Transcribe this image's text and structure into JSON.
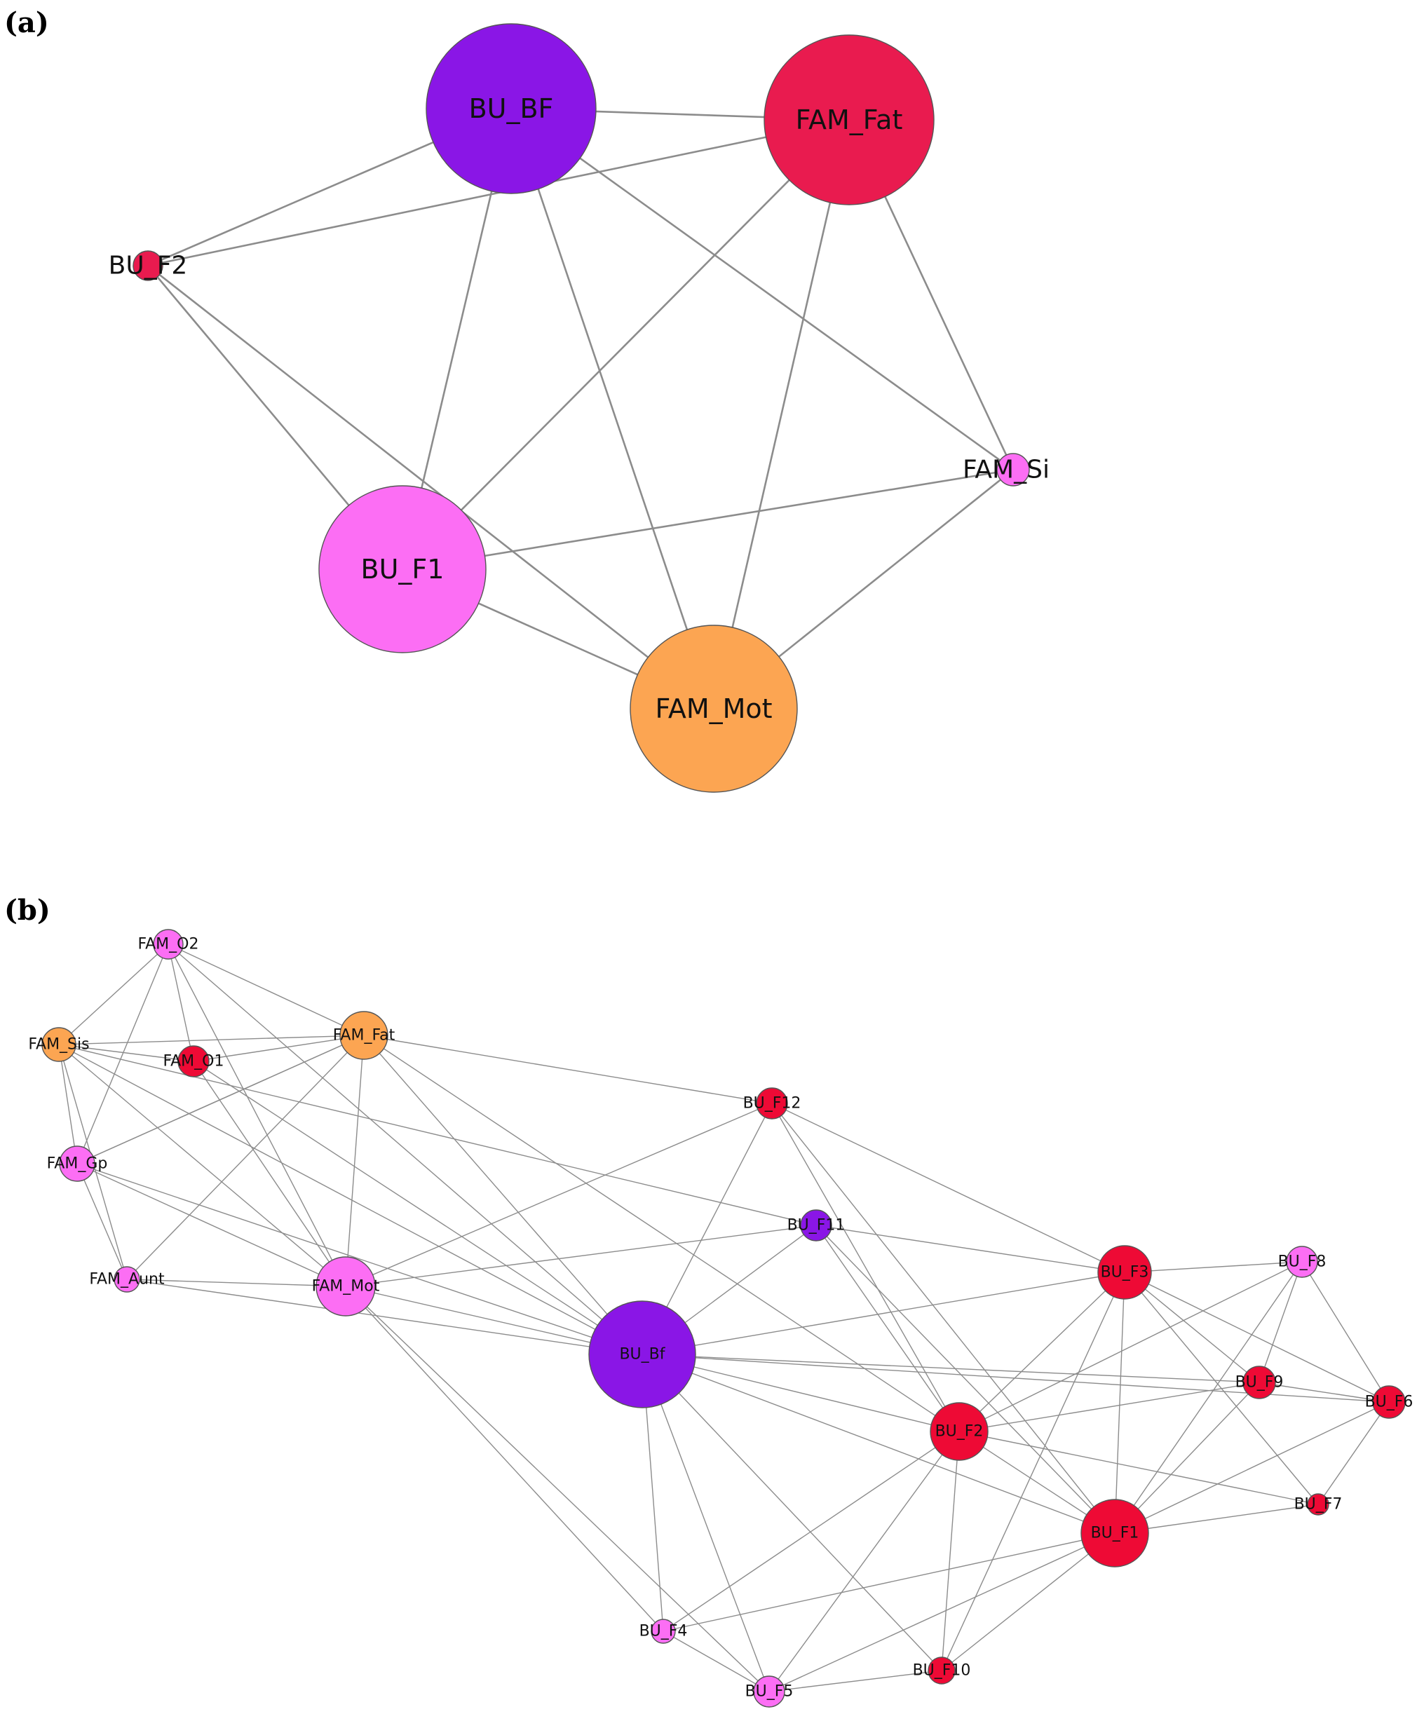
{
  "colors": {
    "purple": "#8a16e6",
    "crimson": "#e91b4f",
    "red": "#ee0a35",
    "pink": "#fc6ef4",
    "orange": "#fca552",
    "edge": "#8c8c8c"
  },
  "panel_a": {
    "label": "(a)",
    "nodes": [
      {
        "id": "BU_BF",
        "label": "BU_BF",
        "color": "purple",
        "size": 3
      },
      {
        "id": "FAM_Fat",
        "label": "FAM_Fat",
        "color": "crimson",
        "size": 3
      },
      {
        "id": "BU_F2",
        "label": "BU_F2",
        "color": "crimson",
        "size": 1
      },
      {
        "id": "FAM_Si",
        "label": "FAM_Si",
        "color": "pink",
        "size": 1
      },
      {
        "id": "BU_F1",
        "label": "BU_F1",
        "color": "pink",
        "size": 3
      },
      {
        "id": "FAM_Mot",
        "label": "FAM_Mot",
        "color": "orange",
        "size": 3
      }
    ],
    "edges": [
      [
        "BU_BF",
        "FAM_Fat"
      ],
      [
        "BU_BF",
        "BU_F2"
      ],
      [
        "BU_BF",
        "BU_F1"
      ],
      [
        "BU_BF",
        "FAM_Mot"
      ],
      [
        "BU_BF",
        "FAM_Si"
      ],
      [
        "FAM_Fat",
        "BU_F2"
      ],
      [
        "FAM_Fat",
        "BU_F1"
      ],
      [
        "FAM_Fat",
        "FAM_Mot"
      ],
      [
        "FAM_Fat",
        "FAM_Si"
      ],
      [
        "BU_F2",
        "BU_F1"
      ],
      [
        "BU_F2",
        "FAM_Mot"
      ],
      [
        "BU_F1",
        "FAM_Si"
      ],
      [
        "BU_F1",
        "FAM_Mot"
      ],
      [
        "FAM_Mot",
        "FAM_Si"
      ]
    ]
  },
  "panel_b": {
    "label": "(b)",
    "nodes": [
      {
        "id": "FAM_O2",
        "label": "FAM_O2",
        "color": "pink",
        "size": 1
      },
      {
        "id": "FAM_Sis",
        "label": "FAM_Sis",
        "color": "orange",
        "size": 1
      },
      {
        "id": "FAM_O1",
        "label": "FAM_O1",
        "color": "red",
        "size": 1
      },
      {
        "id": "FAM_Fat",
        "label": "FAM_Fat",
        "color": "orange",
        "size": 2
      },
      {
        "id": "FAM_Gp",
        "label": "FAM_Gp",
        "color": "pink",
        "size": 1
      },
      {
        "id": "FAM_Aunt",
        "label": "FAM_Aunt",
        "color": "pink",
        "size": 1
      },
      {
        "id": "FAM_Mot",
        "label": "FAM_Mot",
        "color": "pink",
        "size": 2
      },
      {
        "id": "BU_F12",
        "label": "BU_F12",
        "color": "red",
        "size": 1
      },
      {
        "id": "BU_F11",
        "label": "BU_F11",
        "color": "purple",
        "size": 1
      },
      {
        "id": "BU_Bf",
        "label": "BU_Bf",
        "color": "purple",
        "size": 4
      },
      {
        "id": "BU_F3",
        "label": "BU_F3",
        "color": "red",
        "size": 2
      },
      {
        "id": "BU_F8",
        "label": "BU_F8",
        "color": "pink",
        "size": 1
      },
      {
        "id": "BU_F9",
        "label": "BU_F9",
        "color": "red",
        "size": 1
      },
      {
        "id": "BU_F6",
        "label": "BU_F6",
        "color": "red",
        "size": 1
      },
      {
        "id": "BU_F2",
        "label": "BU_F2",
        "color": "red",
        "size": 2
      },
      {
        "id": "BU_F7",
        "label": "BU_F7",
        "color": "red",
        "size": 1
      },
      {
        "id": "BU_F1",
        "label": "BU_F1",
        "color": "red",
        "size": 3
      },
      {
        "id": "BU_F4",
        "label": "BU_F4",
        "color": "pink",
        "size": 1
      },
      {
        "id": "BU_F5",
        "label": "BU_F5",
        "color": "pink",
        "size": 1
      },
      {
        "id": "BU_F10",
        "label": "BU_F10",
        "color": "red",
        "size": 1
      }
    ],
    "edges": [
      [
        "FAM_O2",
        "FAM_Sis"
      ],
      [
        "FAM_O2",
        "FAM_O1"
      ],
      [
        "FAM_O2",
        "FAM_Fat"
      ],
      [
        "FAM_O2",
        "FAM_Gp"
      ],
      [
        "FAM_O2",
        "FAM_Mot"
      ],
      [
        "FAM_O2",
        "BU_Bf"
      ],
      [
        "FAM_Sis",
        "FAM_O1"
      ],
      [
        "FAM_Sis",
        "FAM_Fat"
      ],
      [
        "FAM_Sis",
        "FAM_Gp"
      ],
      [
        "FAM_Sis",
        "FAM_Aunt"
      ],
      [
        "FAM_Sis",
        "FAM_Mot"
      ],
      [
        "FAM_Sis",
        "BU_Bf"
      ],
      [
        "FAM_Sis",
        "BU_F11"
      ],
      [
        "FAM_O1",
        "FAM_Fat"
      ],
      [
        "FAM_O1",
        "FAM_Mot"
      ],
      [
        "FAM_O1",
        "BU_Bf"
      ],
      [
        "FAM_Fat",
        "FAM_Gp"
      ],
      [
        "FAM_Fat",
        "FAM_Aunt"
      ],
      [
        "FAM_Fat",
        "FAM_Mot"
      ],
      [
        "FAM_Fat",
        "BU_Bf"
      ],
      [
        "FAM_Fat",
        "BU_F12"
      ],
      [
        "FAM_Fat",
        "BU_F2"
      ],
      [
        "FAM_Gp",
        "FAM_Aunt"
      ],
      [
        "FAM_Gp",
        "FAM_Mot"
      ],
      [
        "FAM_Gp",
        "BU_Bf"
      ],
      [
        "FAM_Gp",
        "FAM_Fat"
      ],
      [
        "FAM_Aunt",
        "FAM_Mot"
      ],
      [
        "FAM_Aunt",
        "BU_Bf"
      ],
      [
        "FAM_Mot",
        "BU_Bf"
      ],
      [
        "FAM_Mot",
        "BU_F12"
      ],
      [
        "FAM_Mot",
        "BU_F11"
      ],
      [
        "FAM_Mot",
        "BU_F4"
      ],
      [
        "FAM_Mot",
        "BU_F5"
      ],
      [
        "BU_F12",
        "BU_Bf"
      ],
      [
        "BU_F12",
        "BU_F3"
      ],
      [
        "BU_F12",
        "BU_F2"
      ],
      [
        "BU_F12",
        "BU_F1"
      ],
      [
        "BU_F11",
        "BU_Bf"
      ],
      [
        "BU_F11",
        "BU_F3"
      ],
      [
        "BU_F11",
        "BU_F2"
      ],
      [
        "BU_F11",
        "BU_F1"
      ],
      [
        "BU_Bf",
        "BU_F3"
      ],
      [
        "BU_Bf",
        "BU_F9"
      ],
      [
        "BU_Bf",
        "BU_F2"
      ],
      [
        "BU_Bf",
        "BU_F1"
      ],
      [
        "BU_Bf",
        "BU_F4"
      ],
      [
        "BU_Bf",
        "BU_F5"
      ],
      [
        "BU_Bf",
        "BU_F10"
      ],
      [
        "BU_Bf",
        "BU_F6"
      ],
      [
        "BU_F3",
        "BU_F8"
      ],
      [
        "BU_F3",
        "BU_F9"
      ],
      [
        "BU_F3",
        "BU_F6"
      ],
      [
        "BU_F3",
        "BU_F2"
      ],
      [
        "BU_F3",
        "BU_F1"
      ],
      [
        "BU_F3",
        "BU_F7"
      ],
      [
        "BU_F3",
        "BU_F10"
      ],
      [
        "BU_F8",
        "BU_F9"
      ],
      [
        "BU_F8",
        "BU_F6"
      ],
      [
        "BU_F8",
        "BU_F2"
      ],
      [
        "BU_F8",
        "BU_F1"
      ],
      [
        "BU_F9",
        "BU_F2"
      ],
      [
        "BU_F9",
        "BU_F1"
      ],
      [
        "BU_F9",
        "BU_F6"
      ],
      [
        "BU_F6",
        "BU_F1"
      ],
      [
        "BU_F6",
        "BU_F7"
      ],
      [
        "BU_F2",
        "BU_F1"
      ],
      [
        "BU_F2",
        "BU_F4"
      ],
      [
        "BU_F2",
        "BU_F5"
      ],
      [
        "BU_F2",
        "BU_F10"
      ],
      [
        "BU_F2",
        "BU_F7"
      ],
      [
        "BU_F1",
        "BU_F4"
      ],
      [
        "BU_F1",
        "BU_F5"
      ],
      [
        "BU_F1",
        "BU_F10"
      ],
      [
        "BU_F1",
        "BU_F7"
      ],
      [
        "BU_F4",
        "BU_F5"
      ],
      [
        "BU_F5",
        "BU_F10"
      ]
    ]
  }
}
